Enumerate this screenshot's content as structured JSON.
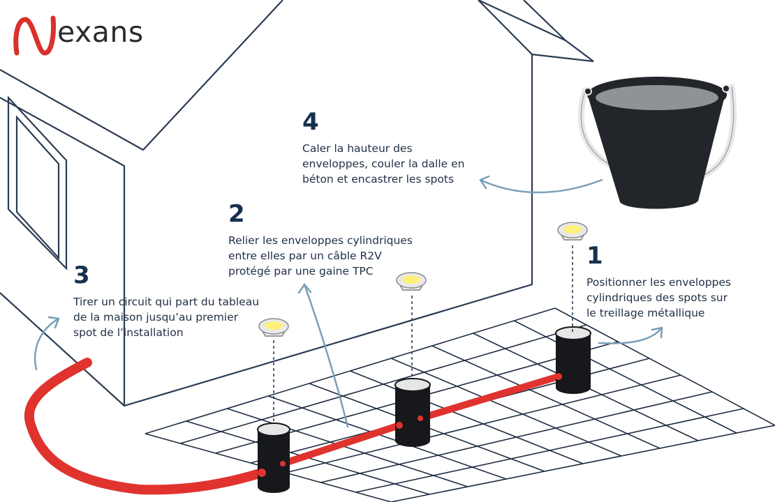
{
  "brand": {
    "name": "exans"
  },
  "colors": {
    "navy": "#17304f",
    "line": "#1f2f45",
    "cable": "#e0332e",
    "arrow": "#7a9fb8",
    "logo_red": "#d9312b"
  },
  "steps": [
    {
      "number": "1",
      "text": [
        "Positionner les enveloppes",
        "cylindriques des spots sur",
        "le treillage métallique"
      ]
    },
    {
      "number": "2",
      "text": [
        "Relier les enveloppes cylindriques",
        "entre elles par un câble R2V",
        "protégé par une gaine TPC"
      ]
    },
    {
      "number": "3",
      "text": [
        "Tirer un circuit qui part du tableau",
        "de la maison jusqu’au premier",
        "spot de l’installation"
      ]
    },
    {
      "number": "4",
      "text": [
        "Caler la hauteur des",
        "enveloppes, couler la dalle en",
        "béton et encastrer les spots"
      ]
    }
  ]
}
